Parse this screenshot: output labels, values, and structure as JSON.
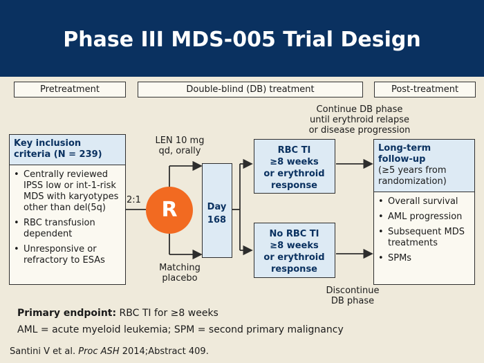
{
  "slide": {
    "title": "Phase III MDS-005 Trial Design"
  },
  "phases": {
    "pre": "Pretreatment",
    "db": "Double-blind (DB) treatment",
    "post": "Post-treatment"
  },
  "continue_note": [
    "Continue DB phase",
    "until erythroid relapse",
    "or disease progression"
  ],
  "inclusion": {
    "heading": [
      "Key inclusion",
      "criteria (N = 239)"
    ],
    "items": [
      "Centrally reviewed IPSS low or int-1-risk MDS with karyotypes other than del(5q)",
      "RBC transfusion dependent",
      "Unresponsive or refractory to ESAs"
    ]
  },
  "randomization": {
    "ratio": "2:1",
    "label": "R",
    "arm_len": [
      "LEN 10 mg",
      "qd, orally"
    ],
    "arm_placebo": [
      "Matching",
      "placebo"
    ]
  },
  "day_box": [
    "Day",
    "168"
  ],
  "outcomes": {
    "responder": [
      "RBC TI",
      "≥8 weeks",
      "or erythroid",
      "response"
    ],
    "nonresponder": [
      "No RBC TI",
      "≥8 weeks",
      "or erythroid",
      "response"
    ],
    "discontinue": [
      "Discontinue",
      "DB phase"
    ]
  },
  "followup": {
    "heading": [
      "Long-term",
      "follow-up"
    ],
    "subheading": [
      "(≥5 years from",
      "randomization)"
    ],
    "items": [
      "Overall survival",
      "AML progression",
      "Subsequent MDS treatments",
      "SPMs"
    ]
  },
  "footer": {
    "primary_label": "Primary endpoint:",
    "primary_text": " RBC TI for ≥8 weeks",
    "abbrev": "AML = acute myeloid leukemia; SPM = second primary malignancy",
    "cite_authors": "Santini V et al. ",
    "cite_journal": "Proc ASH",
    "cite_rest": " 2014;Abstract 409."
  },
  "colors": {
    "header": "#0a3160",
    "background": "#efeadb",
    "randomize_circle": "#f26a21",
    "box_fill": "#ddeaf4"
  }
}
